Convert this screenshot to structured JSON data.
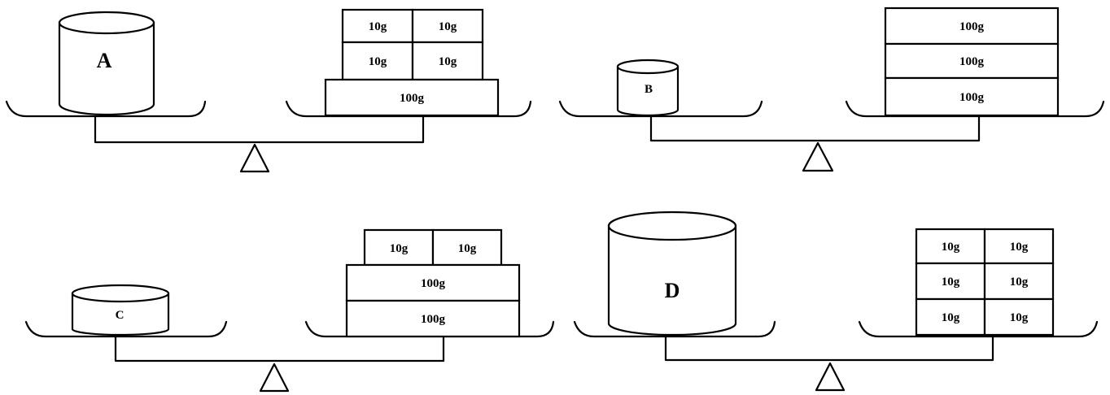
{
  "scales": [
    {
      "object": {
        "label": "A"
      },
      "weights": [
        "10g",
        "10g",
        "10g",
        "10g",
        "100g"
      ]
    },
    {
      "object": {
        "label": "B"
      },
      "weights": [
        "100g",
        "100g",
        "100g"
      ]
    },
    {
      "object": {
        "label": "C"
      },
      "weights": [
        "10g",
        "10g",
        "100g",
        "100g"
      ]
    },
    {
      "object": {
        "label": "D"
      },
      "weights": [
        "10g",
        "10g",
        "10g",
        "10g",
        "10g",
        "10g"
      ]
    }
  ]
}
